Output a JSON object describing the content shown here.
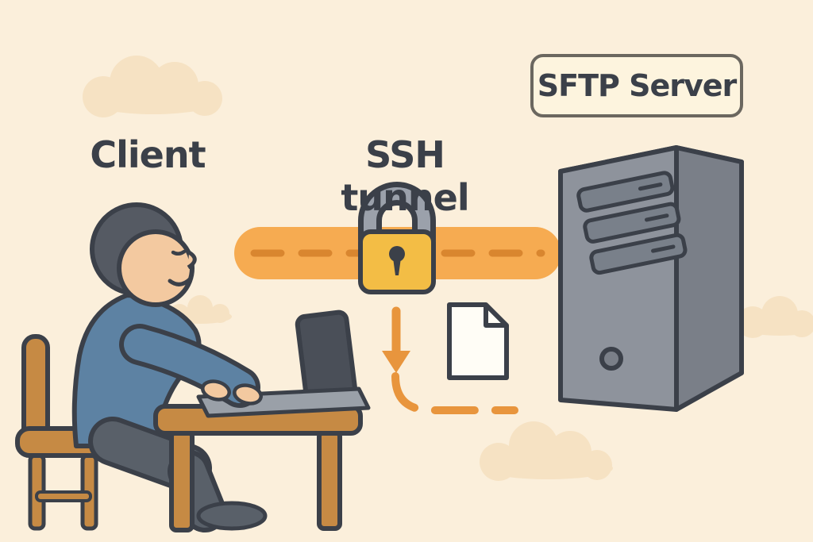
{
  "labels": {
    "client": "Client",
    "ssh_tunnel": "SSH tunnel",
    "sftp_server": "SFTP Server"
  },
  "icons": {
    "padlock": "padlock-icon",
    "down_arrow": "down-arrow-icon",
    "document": "file-document-icon"
  },
  "colors": {
    "bg": "#fbefdb",
    "cloud": "#f6e2c3",
    "ink": "#3b4049",
    "tunnel": "#f6ab51",
    "tunnel-dash": "#d9862f",
    "accent-orange": "#e8953d",
    "lock-body": "#f3bd45",
    "lock-shackle": "#9ba1ab",
    "server-front": "#8e939c",
    "server-side": "#7a7f88",
    "server-top": "#666b73",
    "server-bay": "#79808a",
    "skin": "#f3c9a0",
    "hair": "#555a63",
    "shirt": "#5d82a3",
    "pants": "#596069",
    "wood": "#c68a44",
    "laptop-dark": "#4a4f58",
    "laptop-base": "#9aa0a8",
    "doc-fill": "#fffdf6",
    "box-bg": "#fdf4de",
    "box-border": "#6b675f"
  }
}
